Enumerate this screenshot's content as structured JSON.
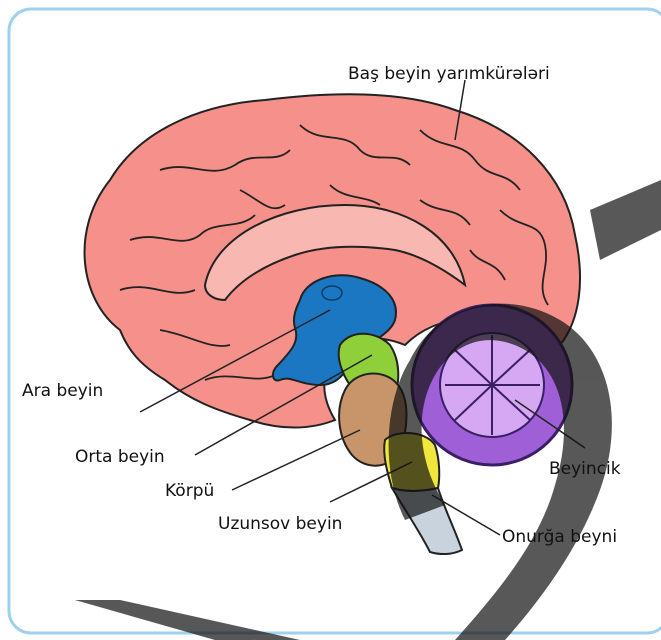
{
  "labels": {
    "cerebral_hemispheres": "Baş beyin yarımkürələri",
    "diencephalon": "Ara beyin",
    "midbrain": "Orta beyin",
    "pons": "Körpü",
    "medulla": "Uzunsov beyin",
    "cerebellum": "Beyincik",
    "spinal_cord": "Onurğa beyni"
  },
  "colors": {
    "frame": "#9fd0ee",
    "cerebrum": "#f5918a",
    "cerebrum_light": "#f8b7b1",
    "diencephalon": "#1b77c2",
    "midbrain": "#8fcf3a",
    "pons": "#c8956a",
    "medulla": "#f0e63c",
    "spinal_cord": "#c9d3de",
    "cerebellum": "#9f5fd6",
    "cerebellum_light": "#d6a8f3",
    "overlay": "#111111"
  }
}
